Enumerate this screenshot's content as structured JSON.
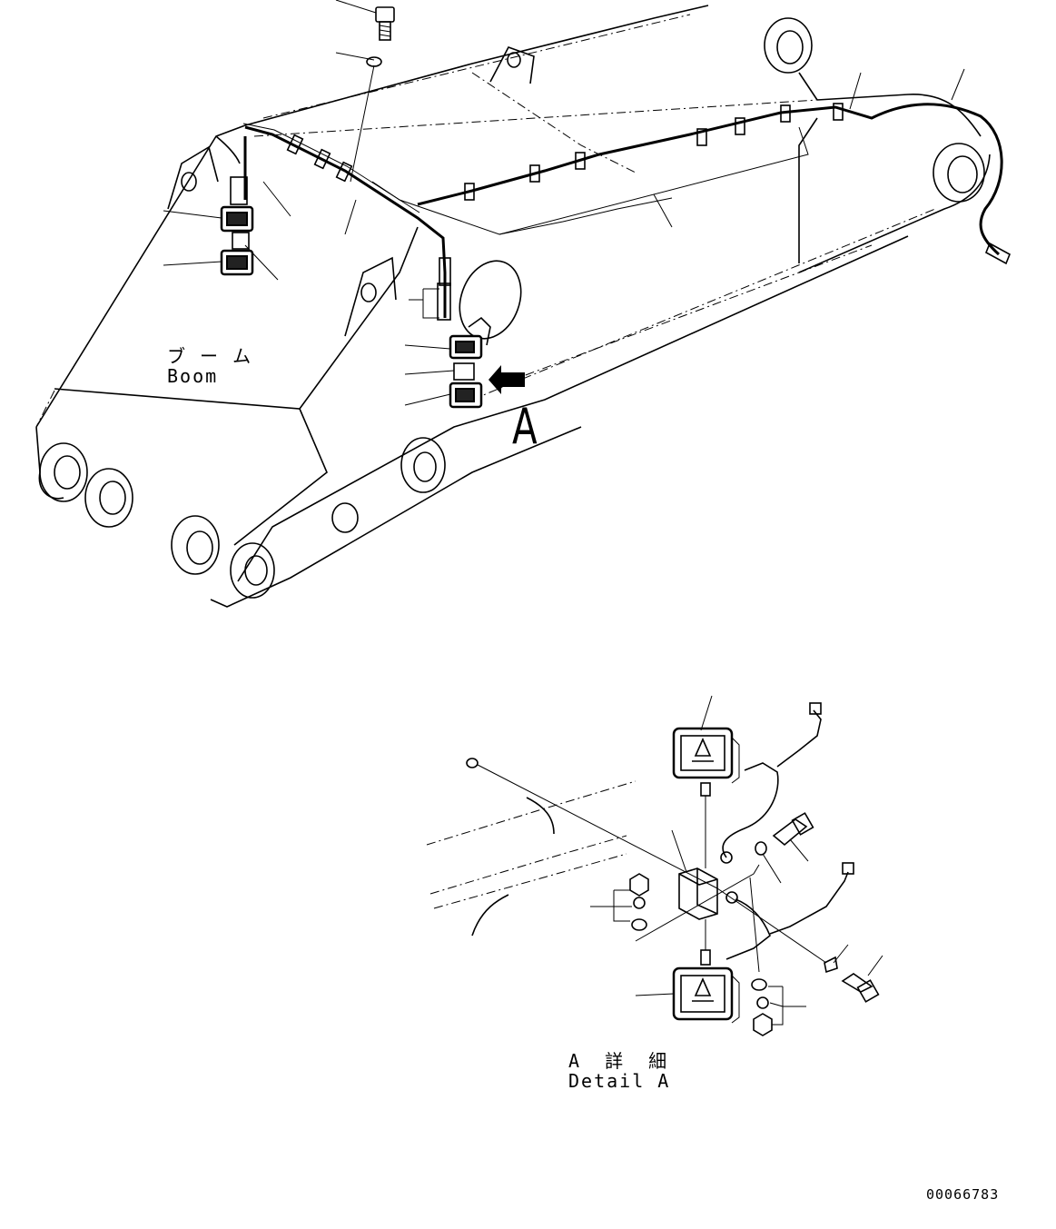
{
  "labels": {
    "boom_jp": "ブ ー ム",
    "boom_en": "Boom",
    "view_marker": "A",
    "detail_jp": "A 詳 細",
    "detail_en": "Detail A",
    "drawing_number": "00066783"
  }
}
